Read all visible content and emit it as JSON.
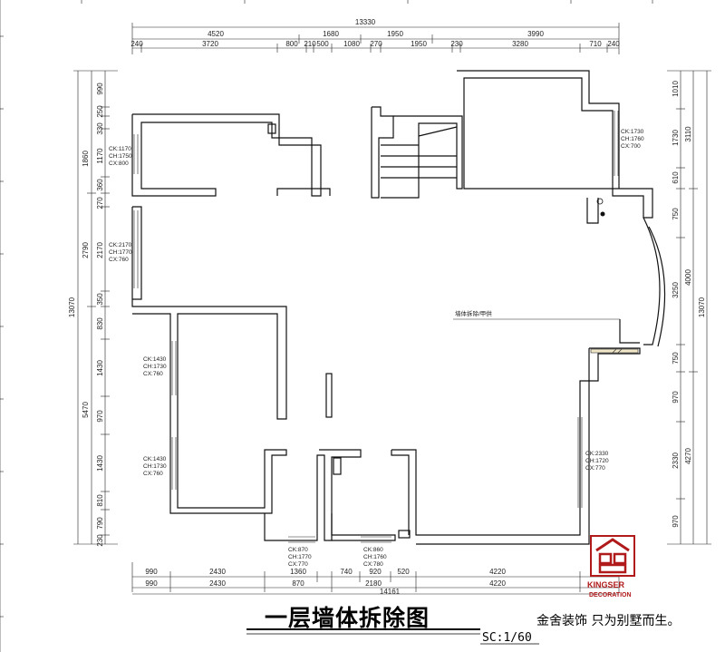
{
  "title": "一层墙体拆除图",
  "scale": "SC:1/60",
  "slogan": "金舍装饰 只为别墅而生。",
  "brand": {
    "name": "KINGSER",
    "sub": "DECORATION",
    "color": "#b01a1a"
  },
  "note": "墙体拆除/甲供",
  "dims": {
    "top_total": "13330",
    "top_mid": [
      "4520",
      "1680",
      "1950",
      "3990"
    ],
    "top_detail": [
      "240",
      "3720",
      "800",
      "210",
      "500",
      "1080",
      "270",
      "1950",
      "230",
      "3280",
      "710",
      "240"
    ],
    "left_total": "13070",
    "left_mid": [
      "1860",
      "2790",
      "5470"
    ],
    "left_detail": [
      "990",
      "250",
      "330",
      "1170",
      "360",
      "270",
      "2170",
      "350",
      "830",
      "1430",
      "970",
      "1430",
      "810",
      "790",
      "230"
    ],
    "right_total": "13070",
    "right_mid": [
      "3110",
      "4000",
      "4270"
    ],
    "right_detail": [
      "1010",
      "1730",
      "610",
      "750",
      "3250",
      "750",
      "970",
      "2330",
      "970"
    ],
    "bottom_row1": [
      "990",
      "2430",
      "1360",
      "740",
      "920",
      "520",
      "4220"
    ],
    "bottom_row2": [
      "990",
      "2430",
      "870",
      "2180",
      "4220"
    ],
    "bottom_total": "14161"
  },
  "windows": [
    {
      "ck": "CK:1170",
      "ch": "CH:1750",
      "cx": "CX:800"
    },
    {
      "ck": "CK:2170",
      "ch": "CH:1770",
      "cx": "CX:760"
    },
    {
      "ck": "CK:1430",
      "ch": "CH:1730",
      "cx": "CX:760"
    },
    {
      "ck": "CK:1430",
      "ch": "CH:1730",
      "cx": "CX:760"
    },
    {
      "ck": "CK:1730",
      "ch": "CH:1760",
      "cx": "CX:700"
    },
    {
      "ck": "CK:2330",
      "ch": "CH:1720",
      "cx": "CX:770"
    },
    {
      "ck": "CK:870",
      "ch": "CH:1770",
      "cx": "CX:770"
    },
    {
      "ck": "CK:860",
      "ch": "CH:1760",
      "cx": "CX:780"
    }
  ]
}
